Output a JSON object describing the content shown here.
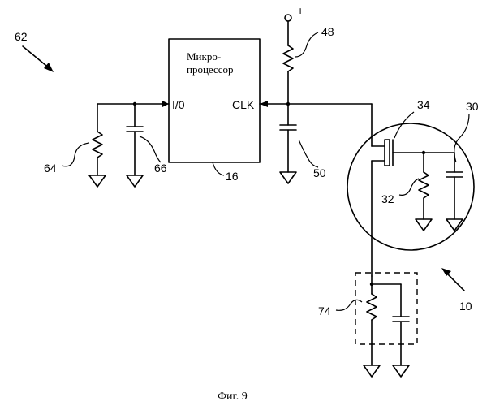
{
  "microprocessor": {
    "title_line1": "Микро-",
    "title_line2": "процессор",
    "pin_io": "I/0",
    "pin_clk": "CLK"
  },
  "supply_symbol": "+",
  "refs": {
    "r62": "62",
    "r48": "48",
    "r34": "34",
    "r30": "30",
    "r64": "64",
    "r66": "66",
    "r16": "16",
    "r50": "50",
    "r32": "32",
    "r74": "74",
    "r10": "10"
  },
  "caption": "Фиг. 9"
}
